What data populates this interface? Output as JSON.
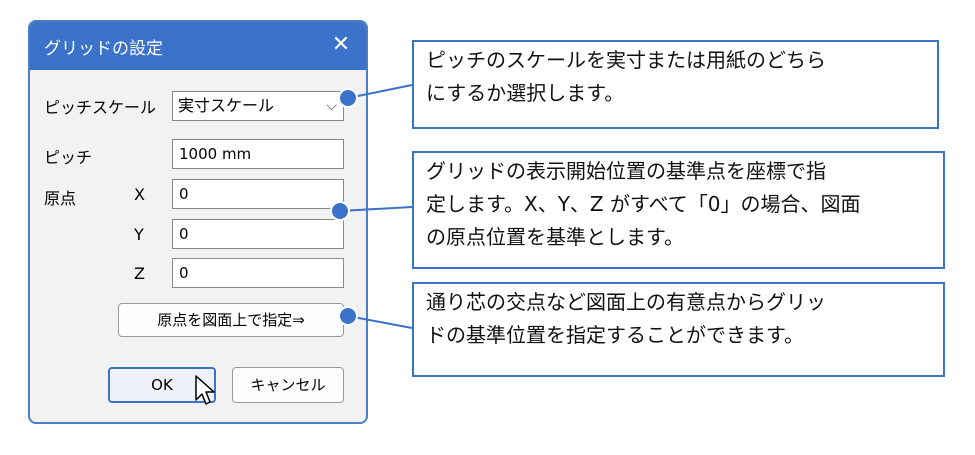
{
  "dialog": {
    "title": "グリッドの設定",
    "close_glyph": "✕",
    "pitch_scale_label": "ピッチスケール",
    "pitch_scale_value": "実寸スケール",
    "pitch_label": "ピッチ",
    "pitch_value": "1000 mm",
    "origin_label": "原点",
    "x_label": "X",
    "x_value": "0",
    "y_label": "Y",
    "y_value": "0",
    "z_label": "Z",
    "z_value": "0",
    "pick_origin_button": "原点を図面上で指定⇒",
    "ok_button": "OK",
    "cancel_button": "キャンセル"
  },
  "callouts": {
    "scale_lines": [
      "ピッチのスケールを実寸または用紙のどちら",
      "にするか選択します。"
    ],
    "origin_lines": [
      "グリッドの表示開始位置の基準点を座標で指",
      "定します。X、Y、Z がすべて「0」の場合、図面",
      "の原点位置を基準とします。"
    ],
    "pick_lines": [
      "通り芯の交点など図面上の有意点からグリッ",
      "ドの基準位置を指定することができます。"
    ]
  },
  "colors": {
    "accent": "#3a73c9"
  }
}
